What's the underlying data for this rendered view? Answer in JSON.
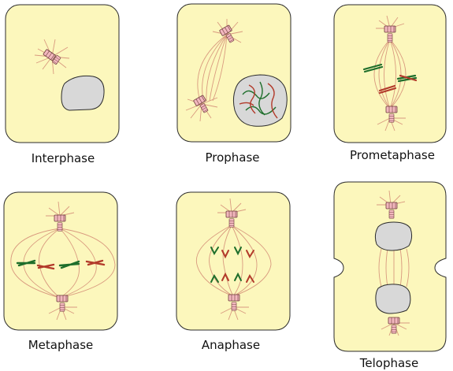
{
  "colors": {
    "cell_fill": "#fcf7bc",
    "cell_stroke": "#2b2b2b",
    "nucleus_fill": "#d8d8d8",
    "fiber": "#d99a7f",
    "centriole_fill": "#f2b7be",
    "centriole_stroke": "#6b3a3a",
    "chromosome_green": "#1e6e2b",
    "chromosome_red": "#b23a2a"
  },
  "stages": [
    {
      "label": "Interphase"
    },
    {
      "label": "Prophase"
    },
    {
      "label": "Prometaphase"
    },
    {
      "label": "Metaphase"
    },
    {
      "label": "Anaphase"
    },
    {
      "label": "Telophase"
    }
  ]
}
